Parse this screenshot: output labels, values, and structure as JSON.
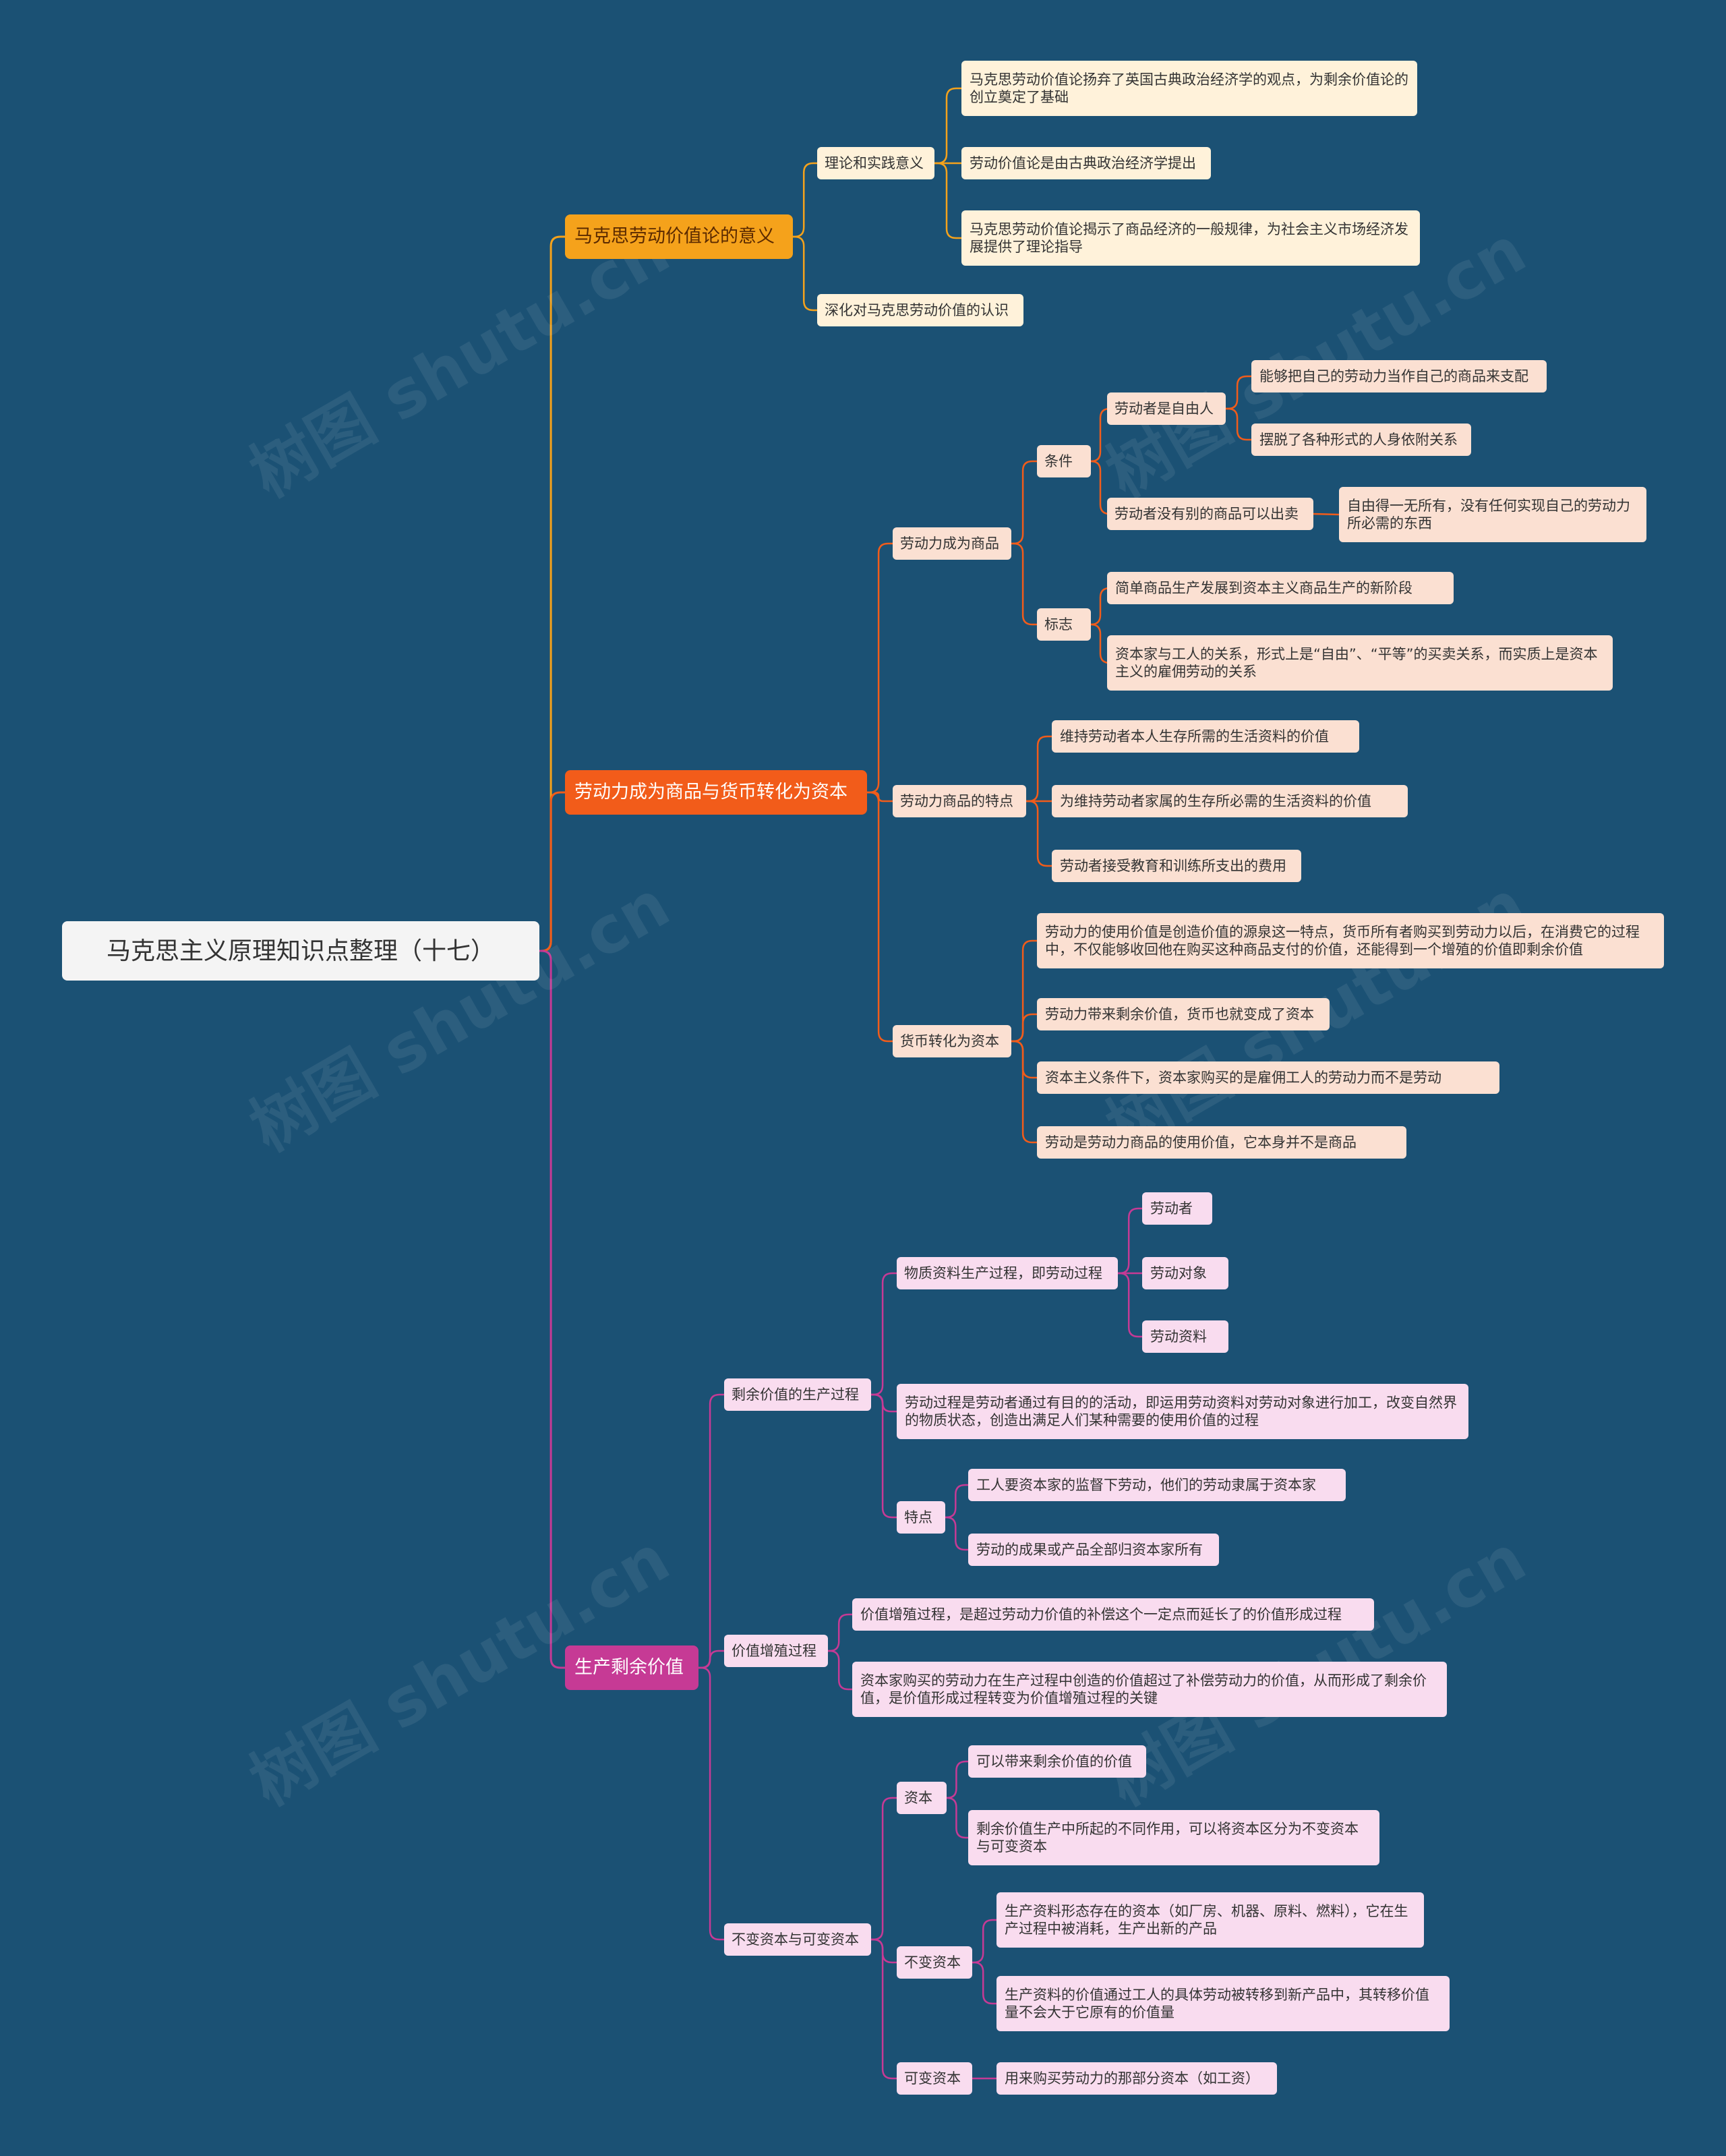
{
  "root": {
    "title": "马克思主义原理知识点整理（十七）"
  },
  "colors": {
    "background": "#1b5174",
    "branch1": "#f5a21b",
    "branch2": "#f25c1a",
    "branch3": "#c63a95"
  },
  "watermark": "树图 shutu.cn",
  "b1": {
    "label": "马克思劳动价值论的意义",
    "s1": {
      "label": "理论和实践意义",
      "l1": "马克思劳动价值论扬弃了英国古典政治经济学的观点，为剩余价值论的创立奠定了基础",
      "l2": "劳动价值论是由古典政治经济学提出",
      "l3": "马克思劳动价值论揭示了商品经济的一般规律，为社会主义市场经济发展提供了理论指导"
    },
    "s2": {
      "label": "深化对马克思劳动价值的认识"
    }
  },
  "b2": {
    "label": "劳动力成为商品与货币转化为资本",
    "s1": {
      "label": "劳动力成为商品",
      "cond": {
        "label": "条件",
        "free": {
          "label": "劳动者是自由人",
          "l1": "能够把自己的劳动力当作自己的商品来支配",
          "l2": "摆脱了各种形式的人身依附关系"
        },
        "nothing": {
          "label": "劳动者没有别的商品可以出卖",
          "l1": "自由得一无所有，没有任何实现自己的劳动力所必需的东西"
        }
      },
      "mark": {
        "label": "标志",
        "l1": "简单商品生产发展到资本主义商品生产的新阶段",
        "l2": "资本家与工人的关系，形式上是“自由”、“平等”的买卖关系，而实质上是资本主义的雇佣劳动的关系"
      }
    },
    "s2": {
      "label": "劳动力商品的特点",
      "l1": "维持劳动者本人生存所需的生活资料的价值",
      "l2": "为维持劳动者家属的生存所必需的生活资料的价值",
      "l3": "劳动者接受教育和训练所支出的费用"
    },
    "s3": {
      "label": "货币转化为资本",
      "l1": "劳动力的使用价值是创造价值的源泉这一特点，货币所有者购买到劳动力以后，在消费它的过程中，不仅能够收回他在购买这种商品支付的价值，还能得到一个增殖的价值即剩余价值",
      "l2": "劳动力带来剩余价值，货币也就变成了资本",
      "l3": "资本主义条件下，资本家购买的是雇佣工人的劳动力而不是劳动",
      "l4": "劳动是劳动力商品的使用价值，它本身并不是商品"
    }
  },
  "b3": {
    "label": "生产剩余价值",
    "s1": {
      "label": "剩余价值的生产过程",
      "mat": {
        "label": "物质资料生产过程，即劳动过程",
        "l1": "劳动者",
        "l2": "劳动对象",
        "l3": "劳动资料"
      },
      "def": "劳动过程是劳动者通过有目的的活动，即运用劳动资料对劳动对象进行加工，改变自然界的物质状态，创造出满足人们某种需要的使用价值的过程",
      "feat": {
        "label": "特点",
        "l1": "工人要资本家的监督下劳动，他们的劳动隶属于资本家",
        "l2": "劳动的成果或产品全部归资本家所有"
      }
    },
    "s2": {
      "label": "价值增殖过程",
      "l1": "价值增殖过程，是超过劳动力价值的补偿这个一定点而延长了的价值形成过程",
      "l2": "资本家购买的劳动力在生产过程中创造的价值超过了补偿劳动力的价值，从而形成了剩余价值，是价值形成过程转变为价值增殖过程的关键"
    },
    "s3": {
      "label": "不变资本与可变资本",
      "cap": {
        "label": "资本",
        "l1": "可以带来剩余价值的价值",
        "l2": "剩余价值生产中所起的不同作用，可以将资本区分为不变资本与可变资本"
      },
      "const": {
        "label": "不变资本",
        "l1": "生产资料形态存在的资本（如厂房、机器、原料、燃料），它在生产过程中被消耗，生产出新的产品",
        "l2": "生产资料的价值通过工人的具体劳动被转移到新产品中，其转移价值量不会大于它原有的价值量"
      },
      "var": {
        "label": "可变资本",
        "l1": "用来购买劳动力的那部分资本（如工资）"
      }
    }
  }
}
